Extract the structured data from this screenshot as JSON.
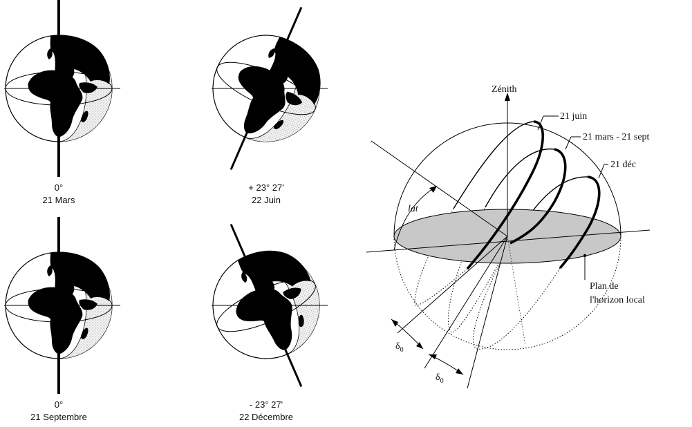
{
  "globes": [
    {
      "angle": "0°",
      "date": "21 Mars",
      "tilt_deg": 0
    },
    {
      "angle": "+ 23° 27'",
      "date": "22 Juin",
      "tilt_deg": 23.45
    },
    {
      "angle": "0°",
      "date": "21 Septembre",
      "tilt_deg": 0
    },
    {
      "angle": "- 23° 27'",
      "date": "22 Décembre",
      "tilt_deg": -23.45
    }
  ],
  "diagram": {
    "zenith": "Zénith",
    "june": "21 juin",
    "equinox": "21 mars - 21 sept",
    "december": "21 déc",
    "lat": "lat",
    "horizon_line1": "Plan de",
    "horizon_line2": "l'horizon local",
    "delta": "δ",
    "delta_sub": "0"
  },
  "colors": {
    "ink": "#000000",
    "land": "#000000",
    "shade": "#d8d8d8",
    "horizon_plane": "#c8c8c8"
  }
}
